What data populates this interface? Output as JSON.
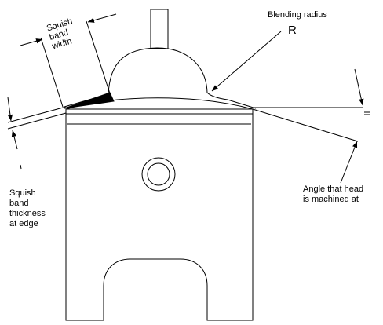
{
  "labels": {
    "squish_band_width": "Squish\nband\nwidth",
    "blending_radius": "Blending radius",
    "radius_symbol": "R",
    "squish_band_thickness": "Squish\nband\nthickness\nat edge",
    "head_angle": "Angle that head\nis machined at"
  },
  "colors": {
    "line": "#000000",
    "background": "#ffffff"
  }
}
